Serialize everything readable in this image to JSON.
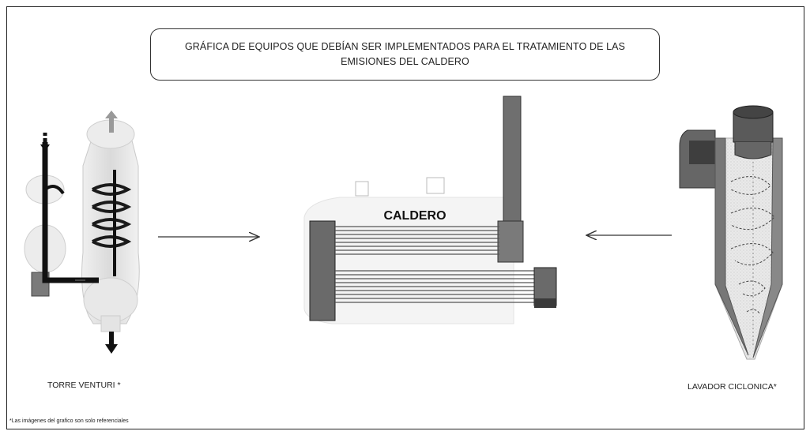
{
  "title": "GRÁFICA DE EQUIPOS QUE DEBÍAN SER IMPLEMENTADOS PARA EL TRATAMIENTO DE LAS EMISIONES DEL CALDERO",
  "center_label": "CALDERO",
  "left_label": "TORRE VENTURI *",
  "right_label": "LAVADOR CICLONICA*",
  "footnote": "*Las imágenes del grafico son solo referenciales"
}
